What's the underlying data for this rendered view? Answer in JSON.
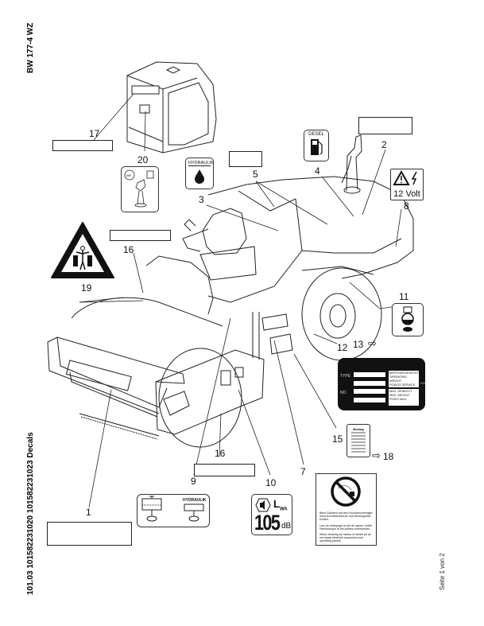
{
  "header": {
    "model_title": "BW 177-4 WZ",
    "doc_reference": "101.03 101582231020 101582231023 Decals",
    "page_indicator": "Seite 1 von 2"
  },
  "callouts": {
    "c1": "1",
    "c2": "2",
    "c3": "3",
    "c4": "4",
    "c5": "5",
    "c7": "7",
    "c8": "8",
    "c9": "9",
    "c10": "10",
    "c11": "11",
    "c12": "12",
    "c13": "13",
    "c15": "15",
    "c16a": "16",
    "c16b": "16",
    "c17": "17",
    "c18": "18",
    "c19": "19",
    "c20": "20"
  },
  "decals": {
    "diesel": {
      "label": "DESEL",
      "icon": "fuel-pump-icon"
    },
    "hydraulik_top": {
      "label": "HYDRAULIK",
      "icon": "oil-drop-icon"
    },
    "voltage": {
      "label": "12 Volt",
      "icon": "electrical-warning-icon"
    },
    "crush_warning": {
      "icon": "crush-hazard-warning-icon"
    },
    "joystick": {
      "icons": [
        "wheel-icon",
        "manual-book-icon",
        "joystick-icon"
      ]
    },
    "oil_check": {
      "icon": "oil-level-icon"
    },
    "type_plate": {
      "left_labels": [
        "TYPE",
        "NO"
      ],
      "right_text_1": [
        "BERTIEBSGEWICHT",
        "OPERATING WEIGHT",
        "POIDOS SERVICE"
      ],
      "right_text_2": [
        "MAX. GEWICHT",
        "MAX. WEIGHT",
        "POIDS MAX."
      ],
      "unit": "KG"
    },
    "grille_plate": {
      "header": "Bomag"
    },
    "refer_arrows": {
      "arrow13": "⇨",
      "arrow18": "⇨"
    },
    "hydraulic_tank": {
      "label": "HYDRAULIK"
    },
    "noise": {
      "level": "105",
      "unit": "dB",
      "label": "L",
      "sub": "WA"
    },
    "no_water_jet": {
      "paragraphs": [
        "Beim Säubern mit dem Hochdruckreiniger nicht auf elektronische und Steuergeräte richten.",
        "Lors du nettoyage au jet de vapeur, éviter l'électronique et les parties commandes.",
        "When cleaning by means of steam jet do not spray electrical equipment and operating panels."
      ]
    }
  },
  "colors": {
    "line": "#222222",
    "fill_dark": "#111111"
  }
}
